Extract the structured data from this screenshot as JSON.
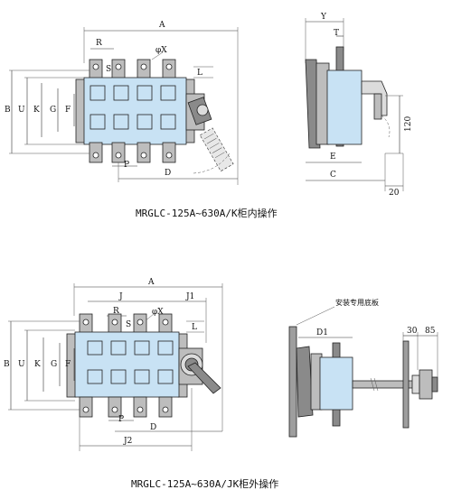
{
  "colors": {
    "body": "#c8e2f4",
    "metal": "#bdbdbd",
    "dark": "#8a8a8a",
    "plate": "#9e9e9e"
  },
  "top": {
    "caption": "MRGLC-125A~630A/K柜内操作",
    "front_labels": {
      "A": "A",
      "R": "R",
      "S": "S",
      "X": "φX",
      "L": "L",
      "B": "B",
      "U": "U",
      "K": "K",
      "G": "G",
      "F": "F",
      "P": "P",
      "D": "D"
    },
    "side_labels": {
      "Y": "Y",
      "T": "T",
      "E": "E",
      "C": "C",
      "h120": "120",
      "w20": "20"
    }
  },
  "bottom": {
    "caption": "MRGLC-125A~630A/JK柜外操作",
    "front_labels": {
      "A": "A",
      "J": "J",
      "J1": "J1",
      "R": "R",
      "S": "S",
      "X": "φX",
      "L": "L",
      "B": "B",
      "U": "U",
      "K": "K",
      "G": "G",
      "F": "F",
      "P": "P",
      "D": "D",
      "J2": "J2"
    },
    "side_labels": {
      "mount_note": "安装专用底板",
      "D1": "D1",
      "w30": "30",
      "w85": "85"
    }
  }
}
